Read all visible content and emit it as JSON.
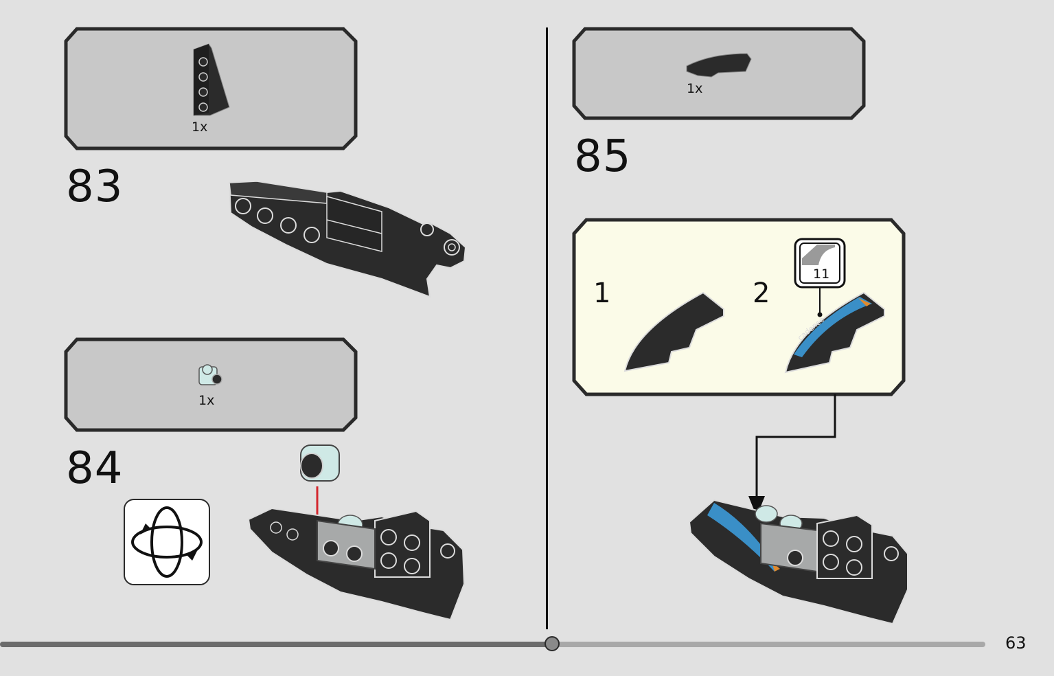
{
  "page": {
    "number": "63",
    "progress": 0.56
  },
  "colors": {
    "background": "#e1e1e1",
    "parts_panel": "#c8c8c8",
    "callout_panel": "#fbfbe8",
    "brick_dark": "#2b2b2b",
    "brick_light_gray": "#a7a9a9",
    "brick_mint": "#cfe9e6",
    "sticker_blue": "#3a8fc7",
    "arrow_red": "#d3262d"
  },
  "steps": [
    {
      "number": "83",
      "parts": [
        {
          "qty": "1x",
          "icon": "wedge-plate-dark-icon"
        }
      ]
    },
    {
      "number": "84",
      "parts": [
        {
          "qty": "1x",
          "icon": "mint-bracket-icon"
        }
      ],
      "rotate_icon": "rotate-model-icon"
    },
    {
      "number": "85",
      "parts": [
        {
          "qty": "1x",
          "icon": "curved-slope-dark-icon"
        }
      ],
      "callout": {
        "substeps": [
          {
            "number": "1"
          },
          {
            "number": "2",
            "sticker": "11"
          }
        ],
        "sticker_text": "cadence"
      }
    }
  ]
}
